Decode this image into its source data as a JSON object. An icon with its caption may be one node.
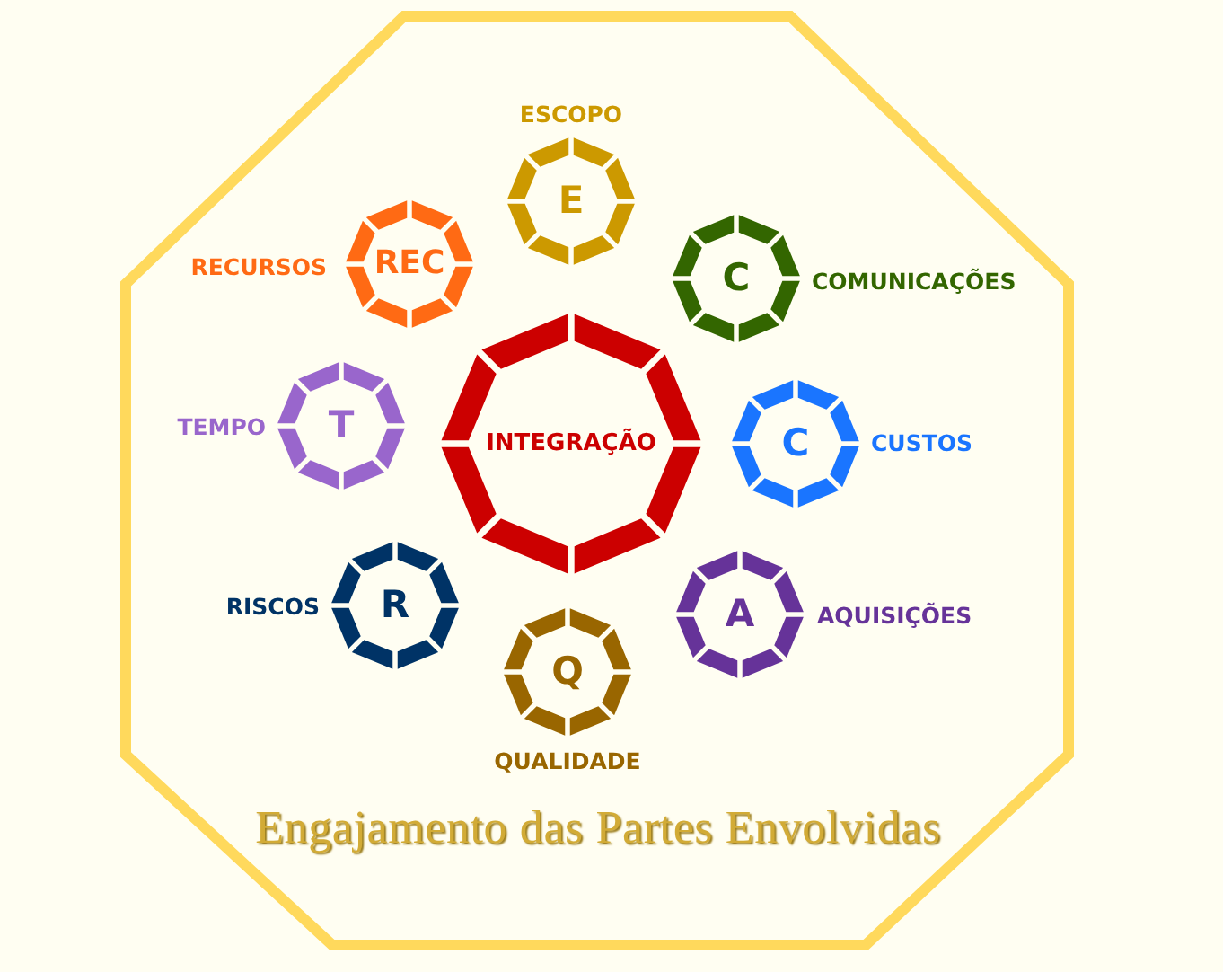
{
  "diagram": {
    "nodes": [
      {
        "text": [
          "Engajamento das Partes Envolvidas"
        ]
      },
      {
        "text": [
          "E"
        ],
        "beside": [
          "ESCOPO"
        ],
        "in": 0
      },
      {
        "text": [
          "REC"
        ],
        "beside": [
          "RECURSOS"
        ],
        "in": 0
      },
      {
        "text": [
          "C"
        ],
        "beside": [
          "COMUNICAÇÕES"
        ],
        "in": 0
      },
      {
        "text": [
          "T"
        ],
        "beside": [
          "TEMPO"
        ],
        "in": 0
      },
      {
        "text": [
          "INTEGRAÇÃO"
        ],
        "in": 0
      },
      {
        "text": [
          "C"
        ],
        "beside": [
          "CUSTOS"
        ],
        "in": 0
      },
      {
        "text": [
          "R"
        ],
        "beside": [
          "RISCOS"
        ],
        "in": 0
      },
      {
        "text": [
          "A"
        ],
        "beside": [
          "AQUISIÇÕES"
        ],
        "in": 0
      },
      {
        "text": [
          "Q"
        ],
        "beside": [
          "QUALIDADE"
        ],
        "in": 0
      }
    ]
  }
}
